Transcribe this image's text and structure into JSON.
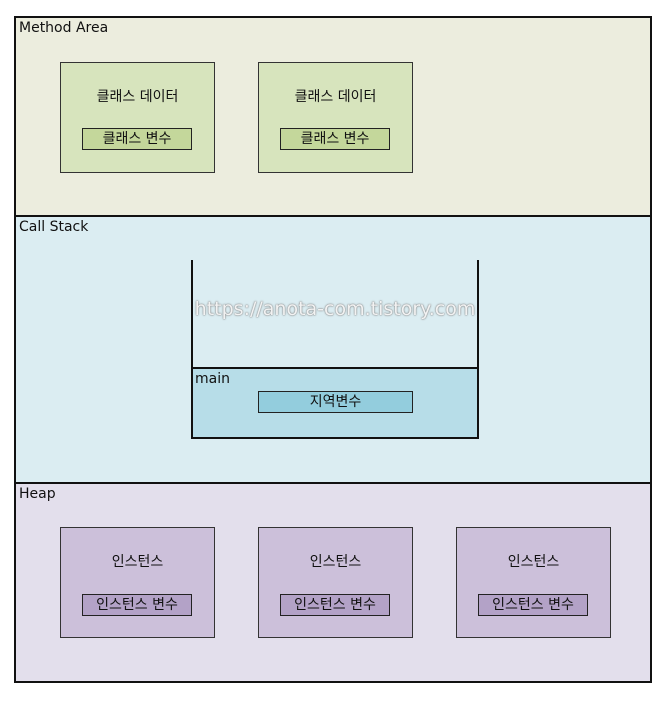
{
  "method_area": {
    "label": "Method Area",
    "class_cards": [
      {
        "title": "클래스 데이터",
        "inner": "클래스 변수"
      },
      {
        "title": "클래스 데이터",
        "inner": "클래스 변수"
      }
    ]
  },
  "call_stack": {
    "label": "Call Stack",
    "frame": {
      "label": "main",
      "local_var": "지역변수"
    }
  },
  "heap": {
    "label": "Heap",
    "instances": [
      {
        "title": "인스턴스",
        "inner": "인스턴스 변수"
      },
      {
        "title": "인스턴스",
        "inner": "인스턴스 변수"
      },
      {
        "title": "인스턴스",
        "inner": "인스턴스 변수"
      }
    ]
  },
  "watermark": "https://anota-com.tistory.com",
  "colors": {
    "method_bg": "#ecedde",
    "class_card": "#d7e4bd",
    "class_inner": "#c4d79b",
    "stack_bg": "#dbedf2",
    "main_frame": "#b7dde8",
    "local_var": "#93cddd",
    "heap_bg": "#e3dfec",
    "instance_card": "#ccc0da",
    "instance_inner": "#b3a2c7"
  }
}
